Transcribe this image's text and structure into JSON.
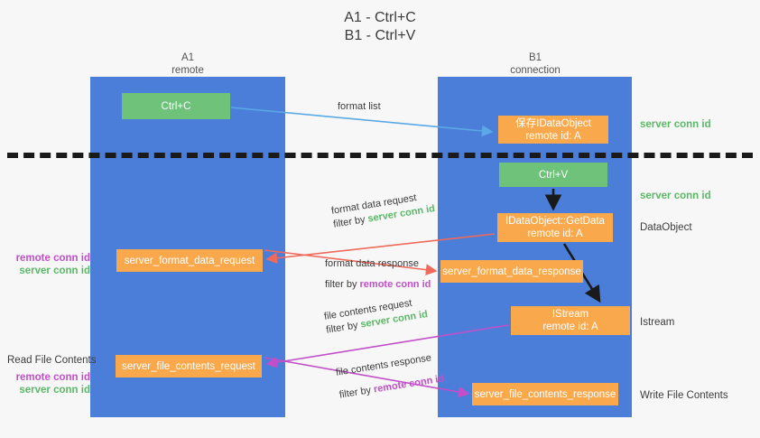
{
  "title": {
    "line1": "A1 - Ctrl+C",
    "line2": "B1 - Ctrl+V"
  },
  "lanes": [
    {
      "name": "A1",
      "sub": "remote",
      "color": "#4a7ed8"
    },
    {
      "name": "B1",
      "sub": "connection",
      "color": "#4a7ed8"
    }
  ],
  "colors": {
    "lane": "#4a7ed8",
    "green_node": "#6ec27a",
    "orange_node": "#f9a94c",
    "server_conn_id": "#5cb868",
    "remote_conn_id": "#c24fc9",
    "arrow_blue": "#5aa9e6",
    "arrow_black": "#1a1a1a",
    "arrow_red": "#ef6a5a",
    "arrow_magenta": "#c24fc9",
    "dashed_line": "#1a1a1a"
  },
  "nodes": {
    "ctrl_c": {
      "label": "Ctrl+C",
      "sub": ""
    },
    "ctrl_v": {
      "label": "Ctrl+V",
      "sub": ""
    },
    "save_idataobject": {
      "label": "保存IDataObject",
      "sub": "remote id: A"
    },
    "getdata": {
      "label": "IDataObject::GetData",
      "sub": "remote id: A"
    },
    "istream": {
      "label": "IStream",
      "sub": "remote id: A"
    },
    "server_format_data_request": {
      "label": "server_format_data_request"
    },
    "server_format_data_response": {
      "label": "server_format_data_response"
    },
    "server_file_contents_request": {
      "label": "server_file_contents_request"
    },
    "server_file_contents_response": {
      "label": "server_file_contents_response"
    }
  },
  "edges": {
    "format_list": {
      "caption": "format list"
    },
    "format_data_request": {
      "caption": "format data request",
      "filter_prefix": "filter by ",
      "filter_value": "server conn id"
    },
    "format_data_response": {
      "caption": "format data response",
      "filter_prefix": "filter by ",
      "filter_value": "remote conn id"
    },
    "file_contents_request": {
      "caption": "file contents request",
      "filter_prefix": "filter by ",
      "filter_value": "server conn id"
    },
    "file_contents_response": {
      "caption": "file contents response",
      "filter_prefix": "filter by ",
      "filter_value": "remote conn id"
    }
  },
  "side_labels": {
    "right": {
      "server_conn_id_top": "server conn id",
      "server_conn_id_mid": "server conn id",
      "dataobject": "DataObject",
      "istream": "Istream",
      "write_file_contents": "Write File Contents"
    },
    "left": {
      "remote_conn_id_1": "remote conn id",
      "server_conn_id_1": "server conn id",
      "read_file_contents": "Read File Contents",
      "remote_conn_id_2": "remote conn id",
      "server_conn_id_2": "server conn id"
    }
  }
}
